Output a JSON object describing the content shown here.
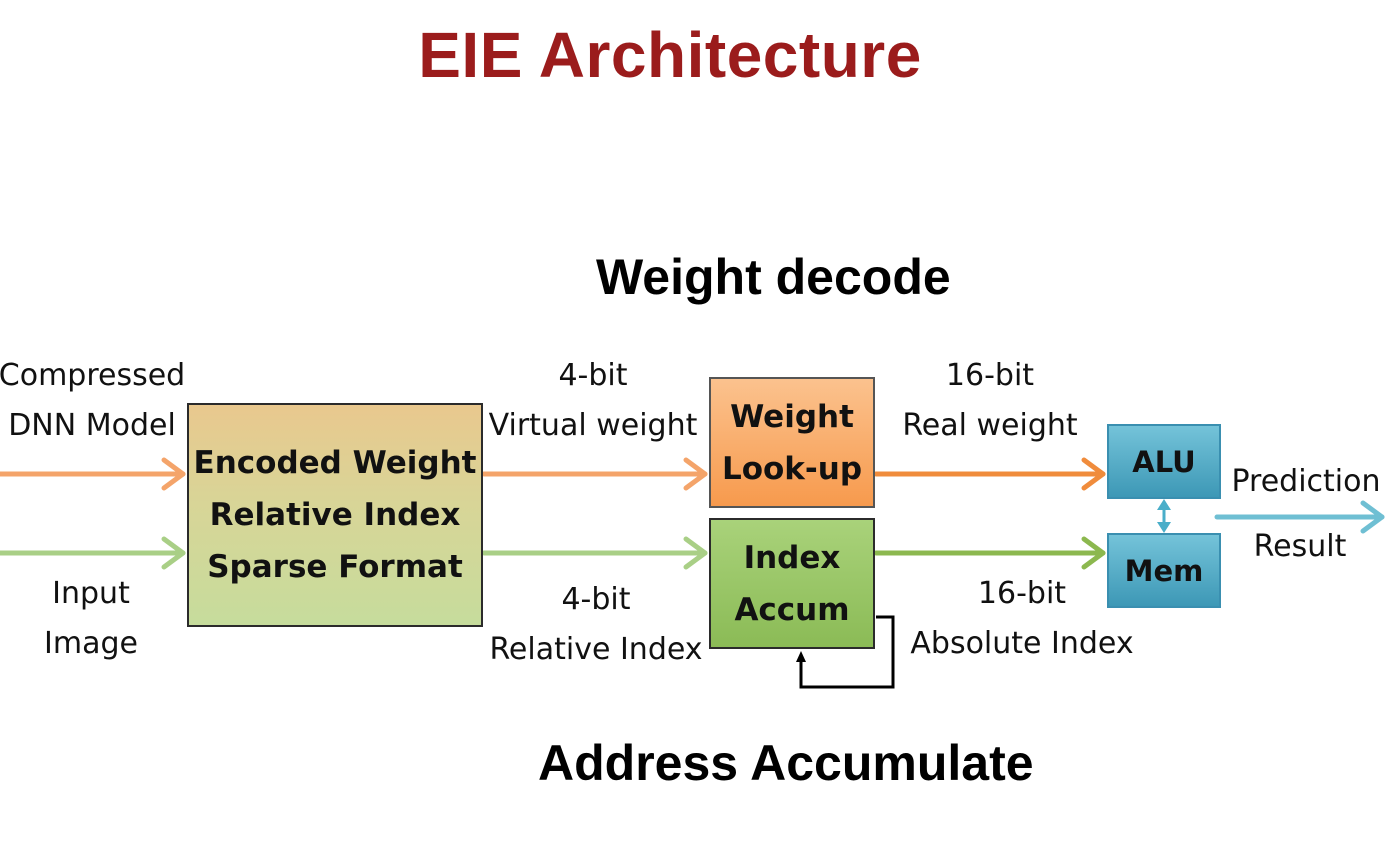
{
  "title": "EIE Architecture",
  "sections": {
    "weight_decode": "Weight decode",
    "address_accumulate": "Address Accumulate"
  },
  "inputs": {
    "model_line1": "Compressed",
    "model_line2": "DNN Model",
    "image_line1": "Input",
    "image_line2": "Image"
  },
  "encoder_box": {
    "line1": "Encoded Weight",
    "line2": "Relative Index",
    "line3": "Sparse Format"
  },
  "virtual_weight": {
    "bits": "4-bit",
    "name": "Virtual weight"
  },
  "relative_index": {
    "bits": "4-bit",
    "name": "Relative Index"
  },
  "lookup_box": {
    "line1": "Weight",
    "line2": "Look-up"
  },
  "accum_box": {
    "line1": "Index",
    "line2": "Accum"
  },
  "real_weight": {
    "bits": "16-bit",
    "name": "Real weight"
  },
  "absolute_index": {
    "bits": "16-bit",
    "name": "Absolute Index"
  },
  "alu_box": "ALU",
  "mem_box": "Mem",
  "output": {
    "line1": "Prediction",
    "line2": "Result"
  },
  "colors": {
    "title": "#9b1c1c",
    "weight_path": "#f4a46a",
    "index_path": "#a9cf86",
    "real_weight_path": "#f08c3c",
    "absolute_index_path": "#8cb84f",
    "output_path": "#6fbfd3",
    "feedback_path": "#000000"
  }
}
